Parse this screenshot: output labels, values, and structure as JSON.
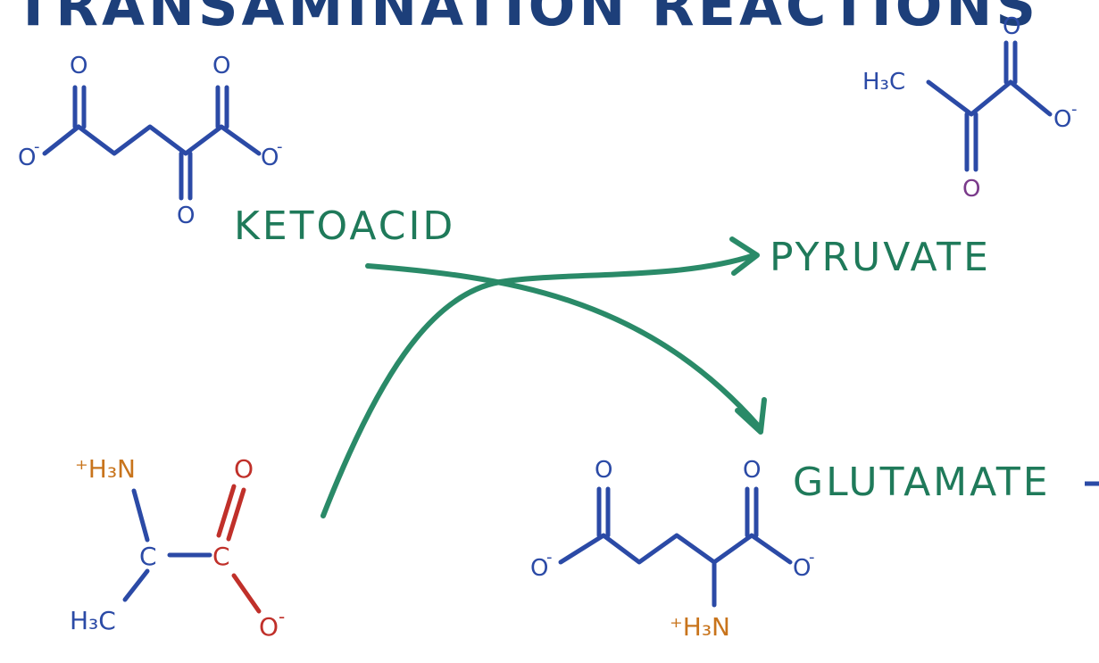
{
  "title": "TRANSAMINATION REACTIONS",
  "colors": {
    "title": "#1d3f7a",
    "bond": "#2b4aa6",
    "label_green": "#1f7a5a",
    "arrow_green": "#2a8a68",
    "oxygen_red": "#c0302a",
    "amine_orange": "#c8741c",
    "oxygen_purple": "#7a3a8a"
  },
  "labels": {
    "ketoacid": "KETOACID",
    "pyruvate": "PYRUVATE",
    "glutamate": "GLUTAMATE"
  },
  "atoms": {
    "ketoacid": {
      "o_top_left": "O",
      "o_top_right": "O",
      "o_bottom": "O",
      "o_minus_left": "O",
      "o_minus_right": "O",
      "charge": "-"
    },
    "pyruvate": {
      "h3c": "H₃C",
      "o_top": "O",
      "o_bottom": "O",
      "o_minus": "O",
      "charge": "-"
    },
    "alanine": {
      "h3n": "⁺H₃N",
      "c_alpha": "C",
      "c_carboxyl": "C",
      "h3c": "H₃C",
      "o_top": "O",
      "o_minus": "O",
      "charge": "-"
    },
    "glutamate": {
      "o_top_left": "O",
      "o_top_right": "O",
      "o_minus_left": "O",
      "o_minus_right": "O",
      "h3n": "⁺H₃N",
      "charge": "-"
    }
  }
}
